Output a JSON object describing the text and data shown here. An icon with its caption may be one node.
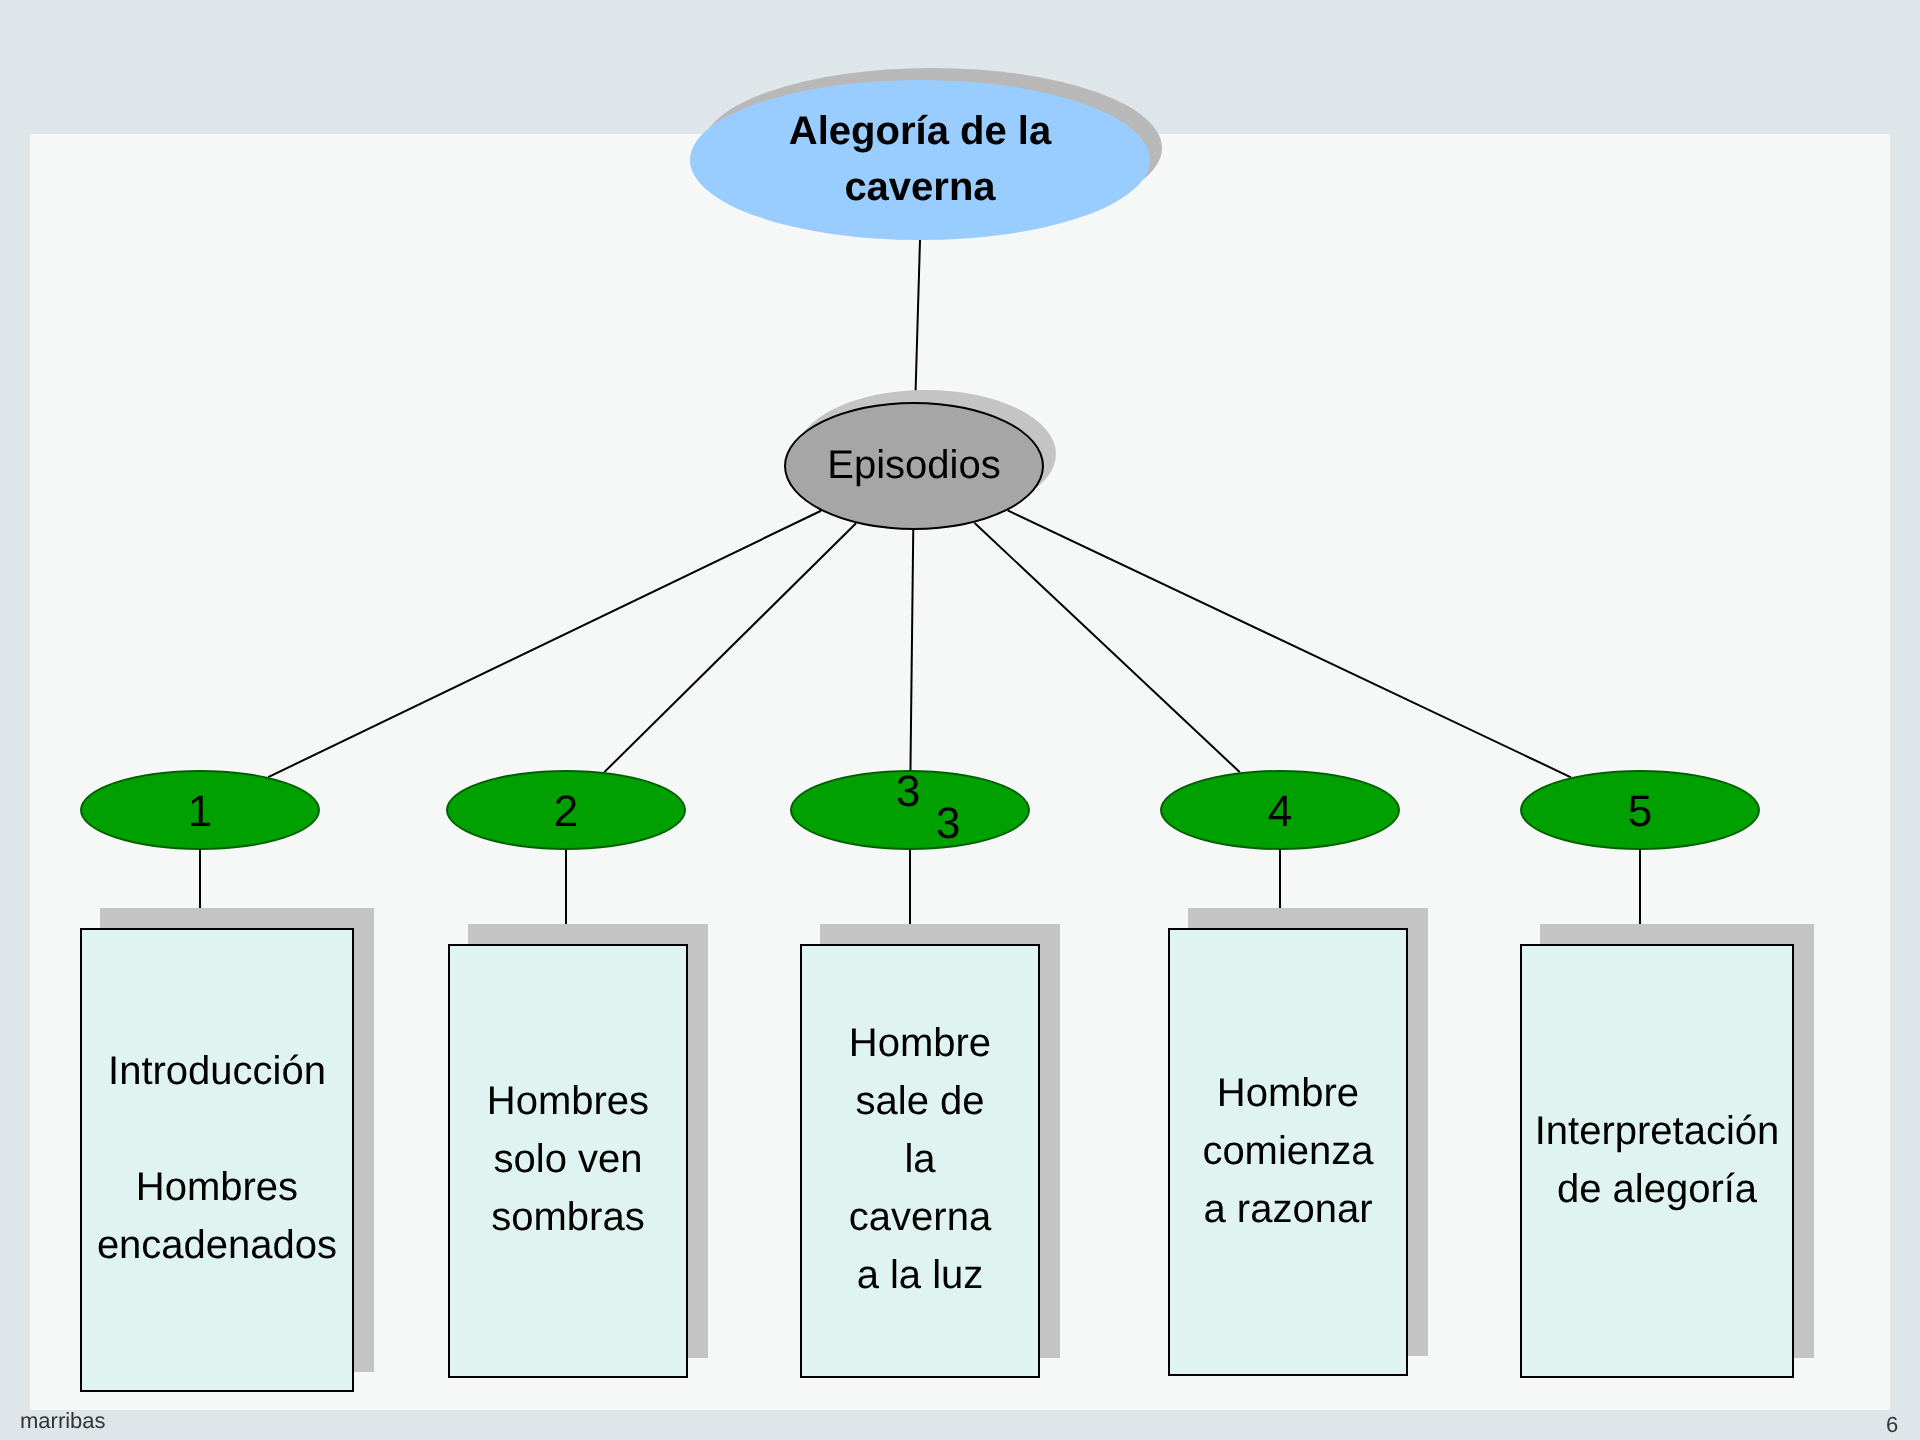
{
  "diagram": {
    "nodes": [
      {
        "text": [
          "Alegoría de la caverna"
        ]
      },
      {
        "text": [
          "Episodios"
        ]
      },
      {
        "text": [
          "1"
        ]
      },
      {
        "text": [
          "2"
        ]
      },
      {
        "text": [
          "3",
          "3"
        ]
      },
      {
        "text": [
          "4"
        ]
      },
      {
        "text": [
          "5"
        ]
      },
      {
        "text": [
          "Introducción",
          "Hombres encadenados"
        ]
      },
      {
        "text": [
          "Hombres solo ven sombras"
        ]
      },
      {
        "text": [
          "Hombre sale de la caverna a la luz"
        ]
      },
      {
        "text": [
          "Hombre comienza a razonar"
        ]
      },
      {
        "text": [
          "Interpretación de alegoría"
        ]
      }
    ],
    "edges": [
      {
        "from": 0,
        "to": 1,
        "arrow": "none"
      },
      {
        "from": 1,
        "to": 2,
        "arrow": "none"
      },
      {
        "from": 1,
        "to": 3,
        "arrow": "none"
      },
      {
        "from": 1,
        "to": 4,
        "arrow": "none"
      },
      {
        "from": 1,
        "to": 5,
        "arrow": "none"
      },
      {
        "from": 1,
        "to": 6,
        "arrow": "none"
      },
      {
        "from": 2,
        "to": 7,
        "arrow": "none"
      },
      {
        "from": 3,
        "to": 8,
        "arrow": "none"
      },
      {
        "from": 4,
        "to": 9,
        "arrow": "none"
      },
      {
        "from": 5,
        "to": 10,
        "arrow": "none"
      },
      {
        "from": 6,
        "to": 11,
        "arrow": "none"
      }
    ],
    "labels": [
      "marribas",
      "6"
    ]
  }
}
